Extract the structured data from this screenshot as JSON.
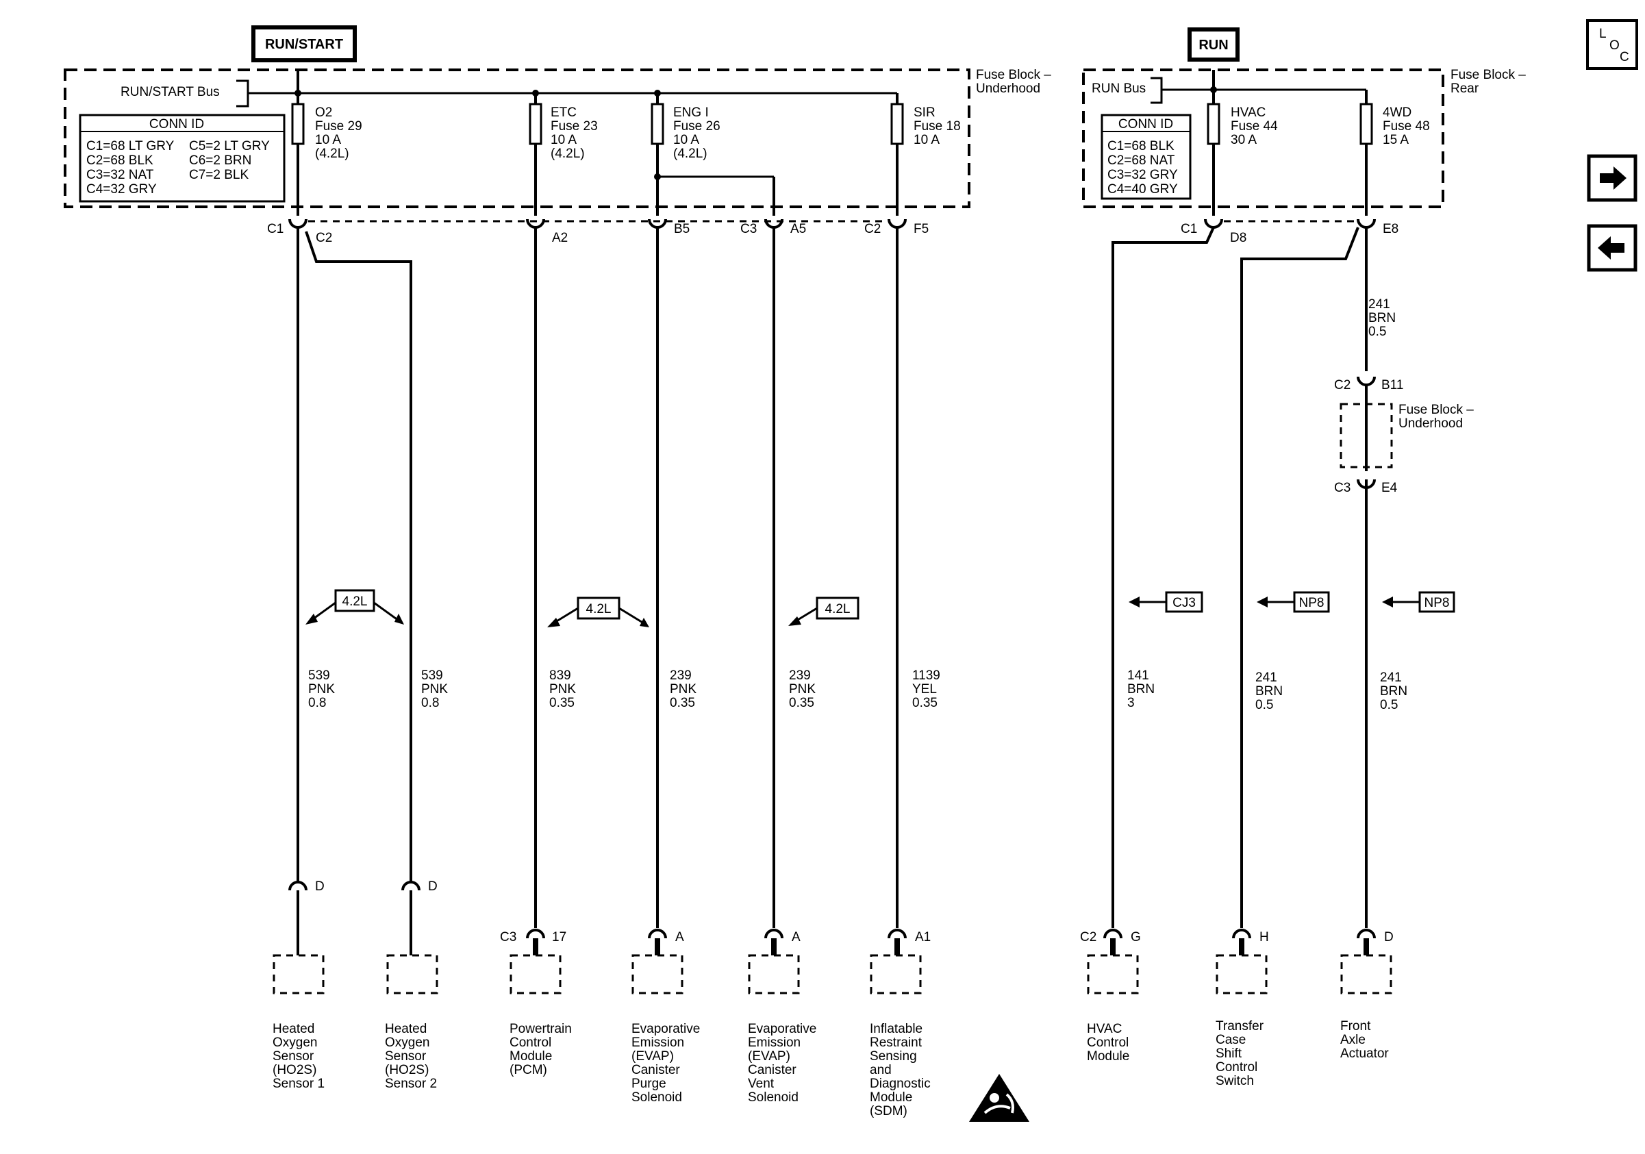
{
  "sources": {
    "run_start": "RUN/START",
    "run": "RUN"
  },
  "fuse_block_left": {
    "bus_label": "RUN/START Bus",
    "name_lines": [
      "Fuse Block –",
      "Underhood"
    ],
    "conn_id": {
      "title": "CONN ID",
      "col1": [
        "C1=68 LT GRY",
        "C2=68 BLK",
        "C3=32 NAT",
        "C4=32 GRY"
      ],
      "col2": [
        "C5=2 LT GRY",
        "C6=2 BRN",
        "C7=2 BLK"
      ]
    },
    "fuses": [
      {
        "lines": [
          "O2",
          "Fuse 29",
          "10 A",
          "(4.2L)"
        ]
      },
      {
        "lines": [
          "ETC",
          "Fuse 23",
          "10 A",
          "(4.2L)"
        ]
      },
      {
        "lines": [
          "ENG I",
          "Fuse 26",
          "10 A",
          "(4.2L)"
        ]
      },
      {
        "lines": [
          "SIR",
          "Fuse 18",
          "10 A"
        ]
      }
    ]
  },
  "fuse_block_right": {
    "bus_label": "RUN Bus",
    "name_lines": [
      "Fuse Block –",
      "Rear"
    ],
    "conn_id": {
      "title": "CONN ID",
      "col1": [
        "C1=68 BLK",
        "C2=68 NAT",
        "C3=32 GRY",
        "C4=40 GRY"
      ]
    },
    "fuses": [
      {
        "lines": [
          "HVAC",
          "Fuse 44",
          "30 A"
        ]
      },
      {
        "lines": [
          "4WD",
          "Fuse 48",
          "15 A"
        ]
      }
    ]
  },
  "connectors_top": [
    {
      "conn": "C1",
      "pin": "C2"
    },
    {
      "conn": "",
      "pin": "A2"
    },
    {
      "conn": "",
      "pin": "B5"
    },
    {
      "conn": "C3",
      "pin": "A5"
    },
    {
      "conn": "C2",
      "pin": "F5"
    },
    {
      "conn": "C1",
      "pin": "D8"
    },
    {
      "conn": "",
      "pin": "E8"
    }
  ],
  "inline_block": {
    "name_lines": [
      "Fuse Block –",
      "Underhood"
    ],
    "top": {
      "conn": "C2",
      "pin": "B11"
    },
    "bottom": {
      "conn": "C3",
      "pin": "E4"
    },
    "wire_above": [
      "241",
      "BRN",
      "0.5"
    ]
  },
  "option_tags": [
    "4.2L",
    "4.2L",
    "4.2L",
    "CJ3",
    "NP8",
    "NP8"
  ],
  "wires": [
    {
      "circuit": "539",
      "color": "PNK",
      "size": "0.8"
    },
    {
      "circuit": "539",
      "color": "PNK",
      "size": "0.8"
    },
    {
      "circuit": "839",
      "color": "PNK",
      "size": "0.35"
    },
    {
      "circuit": "239",
      "color": "PNK",
      "size": "0.35"
    },
    {
      "circuit": "239",
      "color": "PNK",
      "size": "0.35"
    },
    {
      "circuit": "1139",
      "color": "YEL",
      "size": "0.35"
    },
    {
      "circuit": "141",
      "color": "BRN",
      "size": "3"
    },
    {
      "circuit": "241",
      "color": "BRN",
      "size": "0.5"
    },
    {
      "circuit": "241",
      "color": "BRN",
      "size": "0.5"
    }
  ],
  "components": [
    {
      "conn": "",
      "pin": "D",
      "inline_pin": "D",
      "name_lines": [
        "Heated",
        "Oxygen",
        "Sensor",
        "(HO2S)",
        "Sensor 1"
      ]
    },
    {
      "conn": "",
      "pin": "D",
      "inline_pin": "D",
      "name_lines": [
        "Heated",
        "Oxygen",
        "Sensor",
        "(HO2S)",
        "Sensor 2"
      ]
    },
    {
      "conn": "C3",
      "pin": "17",
      "name_lines": [
        "Powertrain",
        "Control",
        "Module",
        "(PCM)"
      ]
    },
    {
      "conn": "",
      "pin": "A",
      "name_lines": [
        "Evaporative",
        "Emission",
        "(EVAP)",
        "Canister",
        "Purge",
        "Solenoid"
      ]
    },
    {
      "conn": "",
      "pin": "A",
      "name_lines": [
        "Evaporative",
        "Emission",
        "(EVAP)",
        "Canister",
        "Vent",
        "Solenoid"
      ]
    },
    {
      "conn": "",
      "pin": "A1",
      "name_lines": [
        "Inflatable",
        "Restraint",
        "Sensing",
        "and",
        "Diagnostic",
        "Module",
        "(SDM)"
      ]
    },
    {
      "conn": "C2",
      "pin": "G",
      "name_lines": [
        "HVAC",
        "Control",
        "Module"
      ]
    },
    {
      "conn": "",
      "pin": "H",
      "name_lines": [
        "Transfer",
        "Case",
        "Shift",
        "Control",
        "Switch"
      ]
    },
    {
      "conn": "",
      "pin": "D",
      "name_lines": [
        "Front",
        "Axle",
        "Actuator"
      ]
    }
  ],
  "loc_icon": [
    "L",
    "O",
    "C"
  ],
  "nav_icons": [
    "arrow-right-icon",
    "arrow-left-icon"
  ],
  "warning_icon": "airbag-warning-icon"
}
